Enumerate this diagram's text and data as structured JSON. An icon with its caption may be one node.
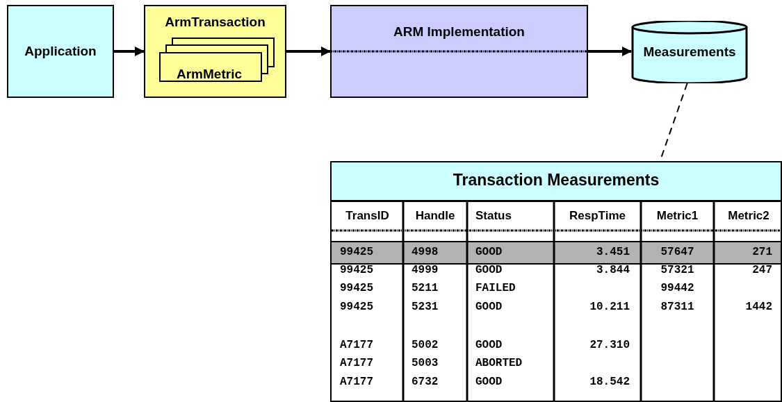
{
  "diagram": {
    "nodes": [
      {
        "text": [
          "Application"
        ]
      },
      {
        "text": [
          "ArmTransaction"
        ]
      },
      {
        "text": [
          "ArmMetric"
        ],
        "in": 1
      },
      {
        "text": [
          "ARM Implementation"
        ]
      },
      {
        "text": [
          "Measurements"
        ]
      },
      {
        "text": [
          "Transaction Measurements"
        ]
      }
    ],
    "edges": [
      {
        "from": 0,
        "to": 1,
        "arrow": "to"
      },
      {
        "from": 1,
        "to": 3,
        "arrow": "to"
      },
      {
        "from": 3,
        "to": 4,
        "arrow": "to"
      },
      {
        "from": 4,
        "to": 5,
        "arrow": "none",
        "style": "dashed"
      }
    ],
    "labels": [
      "TransID",
      "Handle",
      "Status",
      "RespTime",
      "Metric1",
      "Metric2",
      "99425",
      "4998",
      "GOOD",
      "3.451",
      "57647",
      "271",
      "99425",
      "4999",
      "GOOD",
      "3.844",
      "57321",
      "247",
      "99425",
      "5211",
      "FAILED",
      "99442",
      "99425",
      "5231",
      "GOOD",
      "10.211",
      "87311",
      "1442",
      "A7177",
      "5002",
      "GOOD",
      "27.310",
      "A7177",
      "5003",
      "ABORTED",
      "A7177",
      "6732",
      "GOOD",
      "18.542"
    ]
  }
}
